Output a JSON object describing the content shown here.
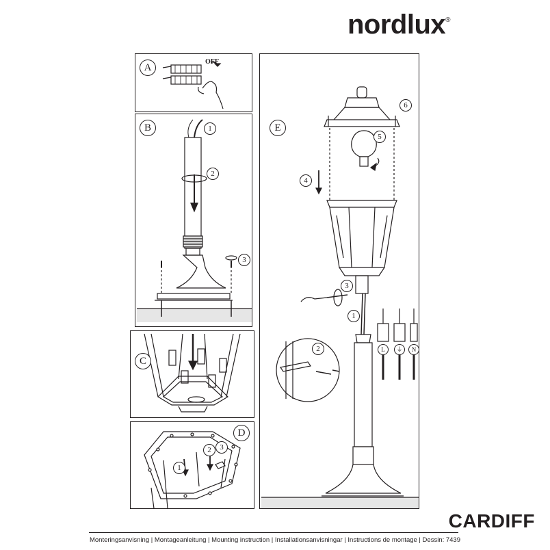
{
  "brand": {
    "name": "nordlux",
    "reg": "®"
  },
  "panels": {
    "A": {
      "letter": "A",
      "off_label": "OFF"
    },
    "B": {
      "letter": "B",
      "steps": [
        "1",
        "2",
        "3"
      ]
    },
    "C": {
      "letter": "C"
    },
    "D": {
      "letter": "D",
      "steps": [
        "1",
        "2",
        "3"
      ]
    },
    "E": {
      "letter": "E",
      "steps": [
        "1",
        "2",
        "3",
        "4",
        "5",
        "6"
      ],
      "terminals": [
        "L",
        "⏚",
        "N"
      ]
    }
  },
  "product": "CARDIFF",
  "footer": "Monteringsanvisning | Montageanleitung | Mounting instruction | Installationsanvisningar | Instructions de montage | Dessin: 7439"
}
